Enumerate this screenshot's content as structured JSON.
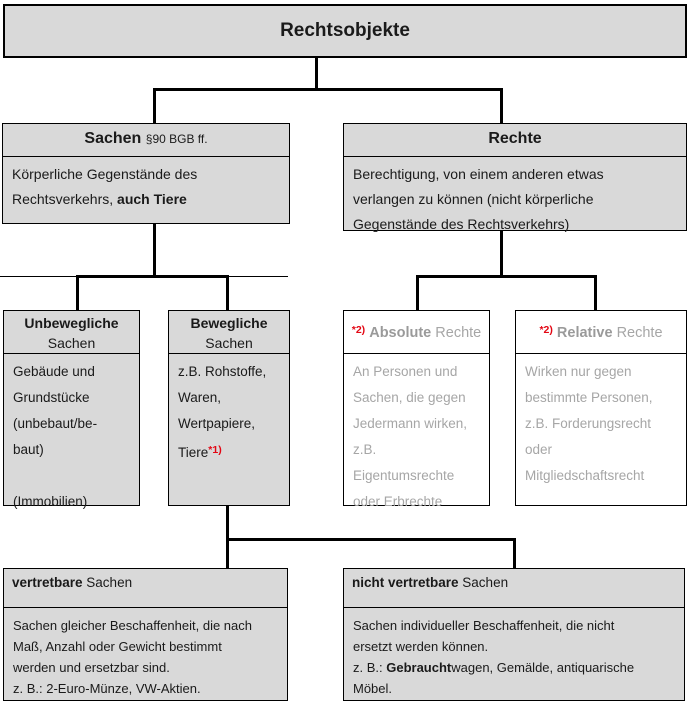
{
  "title": {
    "text": "Rechtsobjekte"
  },
  "sachen": {
    "header_bold": "Sachen",
    "header_ref": "§90 BGB ff.",
    "body_line1": "Körperliche Gegenstände des",
    "body_line2_normal": "Rechtsverkehrs, ",
    "body_line2_bold": "auch Tiere"
  },
  "rechte": {
    "header": "Rechte",
    "body_lines": [
      "Berechtigung, von einem anderen etwas",
      "verlangen zu können (nicht körperliche",
      "Gegenstände des Rechtsverkehrs)"
    ]
  },
  "unbewegliche": {
    "header_bold": "Unbewegliche",
    "header_rest": "Sachen",
    "body_lines": [
      "Gebäude und",
      "Grundstücke",
      "(unbebaut/be-",
      "baut)",
      "",
      "(Immobilien)"
    ]
  },
  "bewegliche": {
    "header_bold": "Bewegliche",
    "header_rest": "Sachen",
    "body_lines": [
      "z.B. Rohstoffe,",
      "Waren,",
      "Wertpapiere,"
    ],
    "last_line": "Tiere",
    "footnote": "*1)"
  },
  "absolute": {
    "footnote": "*2)",
    "header_bold": "Absolute",
    "header_rest": " Rechte",
    "body_lines": [
      "An Personen und",
      "Sachen, die gegen",
      "Jedermann wirken,",
      "z.B.",
      "Eigentumsrechte",
      "oder Erbrechte"
    ]
  },
  "relative": {
    "footnote": "*2)",
    "header_bold": "Relative",
    "header_rest": " Rechte",
    "body_lines": [
      "Wirken nur gegen",
      "bestimmte Personen,",
      "z.B. Forderungsrecht",
      "oder",
      "Mitgliedschaftsrecht"
    ]
  },
  "vertretbar": {
    "header_bold": "vertretbare",
    "header_rest": " Sachen",
    "body_lines": [
      "Sachen gleicher Beschaffenheit, die nach",
      "Maß, Anzahl oder Gewicht bestimmt",
      "werden und ersetzbar sind.",
      "z. B.: 2-Euro-Münze, VW-Aktien."
    ]
  },
  "nicht_vertretbar": {
    "header_bold": "nicht vertretbare",
    "header_rest": " Sachen",
    "body_line1": "Sachen individueller Beschaffenheit, die nicht",
    "body_line2": "ersetzt werden können.",
    "line3_prefix": "z. B.: ",
    "line3_bold": "Gebraucht",
    "line3_rest": "wagen, Gemälde, antiquarische",
    "line4": "Möbel."
  },
  "colors": {
    "box_fill": "#d9d9d9",
    "accent_red": "#e30613",
    "muted_gray": "#a6a6a6"
  }
}
